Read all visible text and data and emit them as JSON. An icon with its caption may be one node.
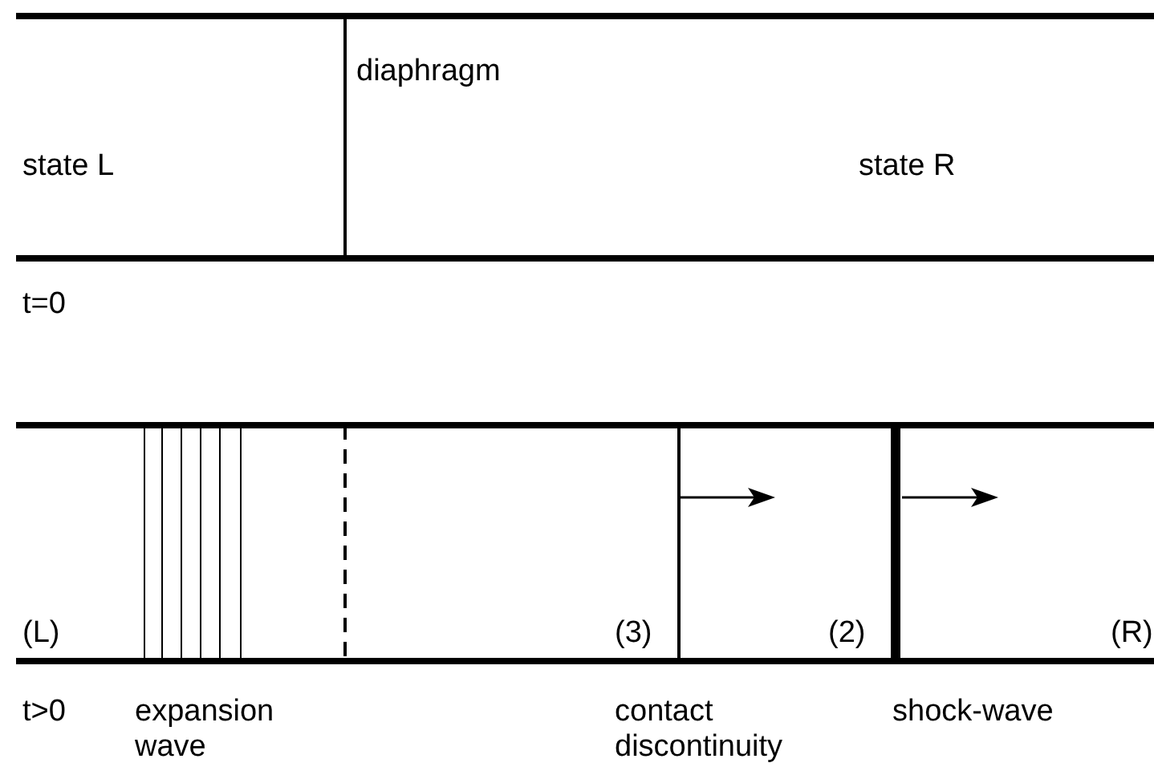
{
  "diagram": {
    "labels": [
      "diaphragm",
      "state L",
      "state R",
      "t=0",
      "(L)",
      "(3)",
      "(2)",
      "(R)",
      "t>0",
      "expansion wave",
      "contact discontinuity",
      "shock-wave"
    ]
  }
}
